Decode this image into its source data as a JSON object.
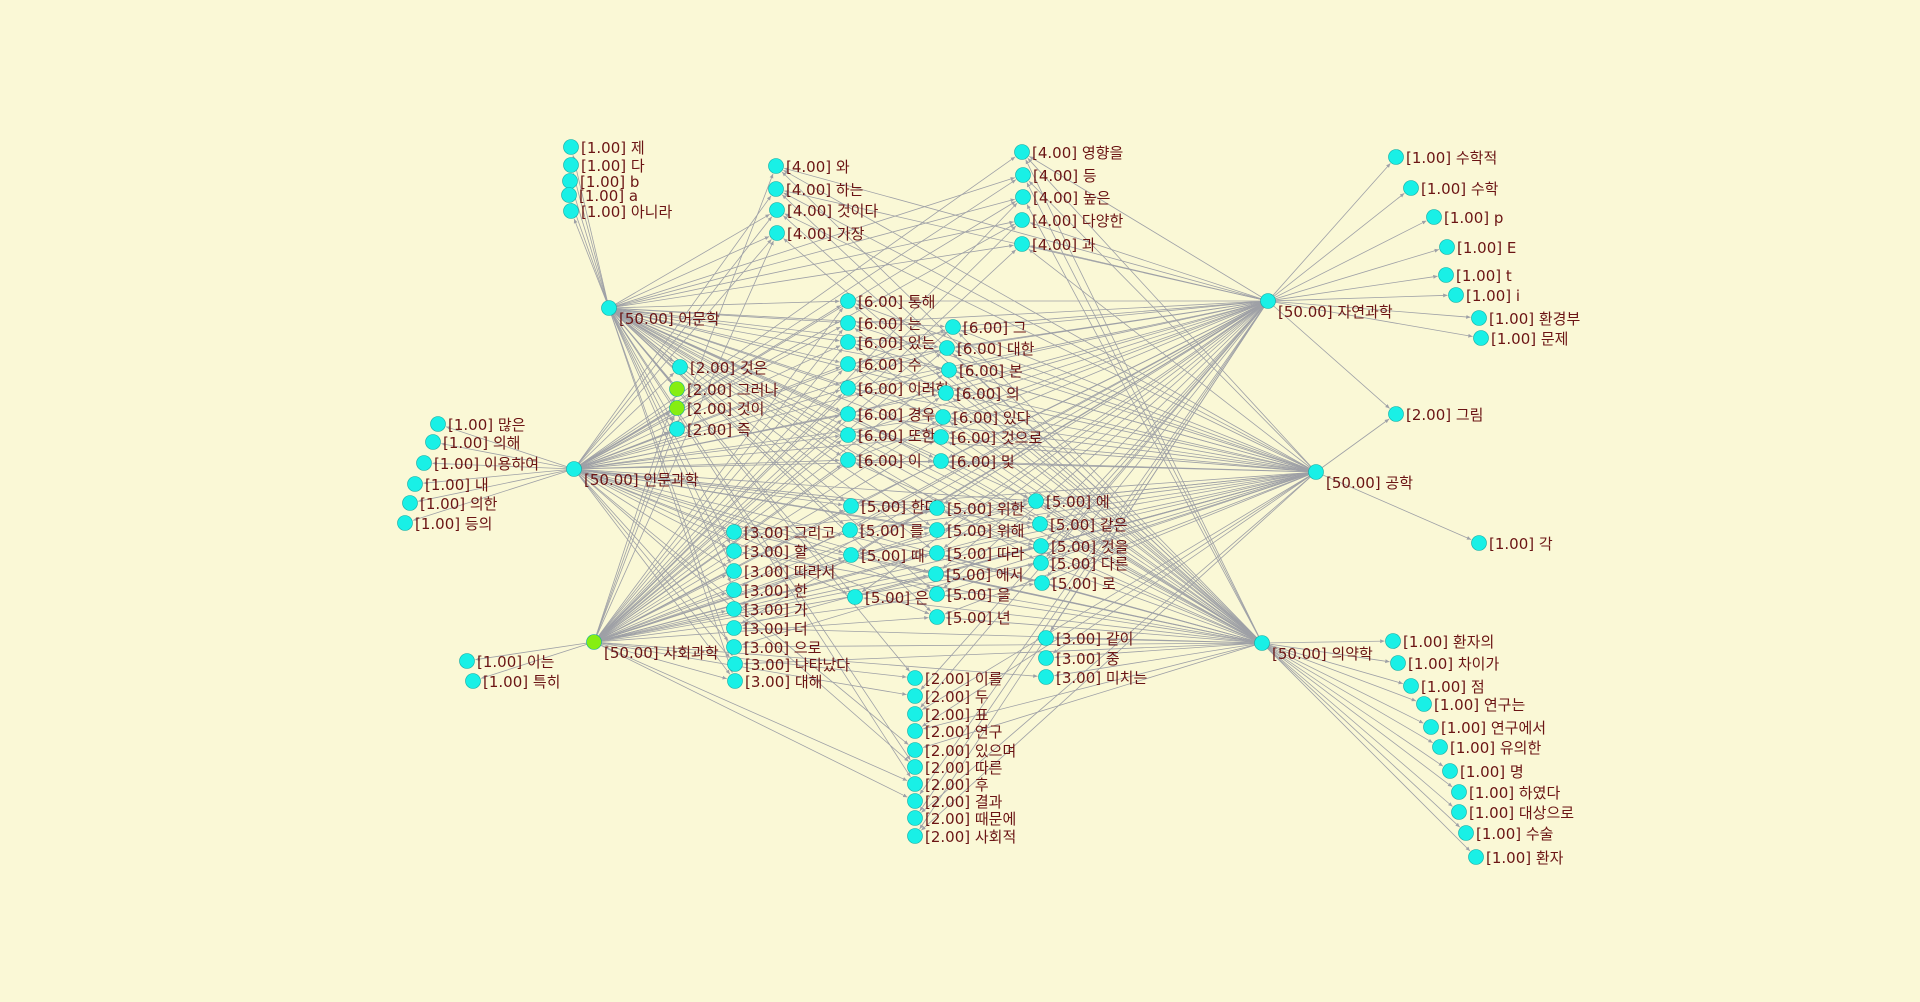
{
  "colors": {
    "background": "#faf8d6",
    "node_default": "#19f0e6",
    "node_highlight": "#86ee12",
    "edge": "#9ea0a6",
    "label": "#6b1414"
  },
  "nodes": [
    {
      "id": "humanities",
      "label": "[50.00] 인문과학",
      "color": "default"
    },
    {
      "id": "language",
      "label": "[50.00] 어문학",
      "color": "default"
    },
    {
      "id": "social",
      "label": "[50.00] 사회과학",
      "color": "highlight"
    },
    {
      "id": "natural",
      "label": "[50.00] 자연과학",
      "color": "default"
    },
    {
      "id": "engineering",
      "label": "[50.00] 공학",
      "color": "default"
    },
    {
      "id": "medicine",
      "label": "[50.00] 의약학",
      "color": "default"
    },
    {
      "id": "l1",
      "label": "[1.00] 제",
      "color": "default"
    },
    {
      "id": "l2",
      "label": "[1.00] 다",
      "color": "default"
    },
    {
      "id": "l3",
      "label": "[1.00] b",
      "color": "default"
    },
    {
      "id": "l4",
      "label": "[1.00] a",
      "color": "default"
    },
    {
      "id": "l5",
      "label": "[1.00] 아니라",
      "color": "default"
    },
    {
      "id": "h1",
      "label": "[1.00] 많은",
      "color": "default"
    },
    {
      "id": "h2",
      "label": "[1.00] 의해",
      "color": "default"
    },
    {
      "id": "h3",
      "label": "[1.00] 이용하여",
      "color": "default"
    },
    {
      "id": "h4",
      "label": "[1.00] 내",
      "color": "default"
    },
    {
      "id": "h5",
      "label": "[1.00] 의한",
      "color": "default"
    },
    {
      "id": "h6",
      "label": "[1.00] 등의",
      "color": "default"
    },
    {
      "id": "s1",
      "label": "[1.00] 이는",
      "color": "default"
    },
    {
      "id": "s2",
      "label": "[1.00] 특히",
      "color": "default"
    },
    {
      "id": "n1",
      "label": "[1.00] 수학적",
      "color": "default"
    },
    {
      "id": "n2",
      "label": "[1.00] 수학",
      "color": "default"
    },
    {
      "id": "n3",
      "label": "[1.00] p",
      "color": "default"
    },
    {
      "id": "n4",
      "label": "[1.00] E",
      "color": "default"
    },
    {
      "id": "n5",
      "label": "[1.00] t",
      "color": "default"
    },
    {
      "id": "n6",
      "label": "[1.00] i",
      "color": "default"
    },
    {
      "id": "n7",
      "label": "[1.00] 환경부",
      "color": "default"
    },
    {
      "id": "n8",
      "label": "[1.00] 문제",
      "color": "default"
    },
    {
      "id": "e1",
      "label": "[2.00] 그림",
      "color": "default"
    },
    {
      "id": "e2",
      "label": "[1.00] 각",
      "color": "default"
    },
    {
      "id": "m1",
      "label": "[1.00] 환자의",
      "color": "default"
    },
    {
      "id": "m2",
      "label": "[1.00] 차이가",
      "color": "default"
    },
    {
      "id": "m3",
      "label": "[1.00] 점",
      "color": "default"
    },
    {
      "id": "m4",
      "label": "[1.00] 연구는",
      "color": "default"
    },
    {
      "id": "m5",
      "label": "[1.00] 연구에서",
      "color": "default"
    },
    {
      "id": "m6",
      "label": "[1.00] 유의한",
      "color": "default"
    },
    {
      "id": "m7",
      "label": "[1.00] 명",
      "color": "default"
    },
    {
      "id": "m8",
      "label": "[1.00] 하였다",
      "color": "default"
    },
    {
      "id": "m9",
      "label": "[1.00] 대상으로",
      "color": "default"
    },
    {
      "id": "m10",
      "label": "[1.00] 수술",
      "color": "default"
    },
    {
      "id": "m11",
      "label": "[1.00] 환자",
      "color": "default"
    },
    {
      "id": "a1",
      "label": "[4.00] 와",
      "color": "default"
    },
    {
      "id": "a2",
      "label": "[4.00] 하는",
      "color": "default"
    },
    {
      "id": "a3",
      "label": "[4.00] 것이다",
      "color": "default"
    },
    {
      "id": "a4",
      "label": "[4.00] 가장",
      "color": "default"
    },
    {
      "id": "b1",
      "label": "[4.00] 영향을",
      "color": "default"
    },
    {
      "id": "b2",
      "label": "[4.00] 등",
      "color": "default"
    },
    {
      "id": "b3",
      "label": "[4.00] 높은",
      "color": "default"
    },
    {
      "id": "b4",
      "label": "[4.00] 다양한",
      "color": "default"
    },
    {
      "id": "b5",
      "label": "[4.00] 과",
      "color": "default"
    },
    {
      "id": "c1",
      "label": "[6.00] 통해",
      "color": "default"
    },
    {
      "id": "c2",
      "label": "[6.00] 는",
      "color": "default"
    },
    {
      "id": "c3",
      "label": "[6.00] 있는",
      "color": "default"
    },
    {
      "id": "c4",
      "label": "[6.00] 수",
      "color": "default"
    },
    {
      "id": "c5",
      "label": "[6.00] 이러한",
      "color": "default"
    },
    {
      "id": "c6",
      "label": "[6.00] 경우",
      "color": "default"
    },
    {
      "id": "c7",
      "label": "[6.00] 또한",
      "color": "default"
    },
    {
      "id": "c8",
      "label": "[6.00] 이",
      "color": "default"
    },
    {
      "id": "d1",
      "label": "[6.00] 그",
      "color": "default"
    },
    {
      "id": "d2",
      "label": "[6.00] 대한",
      "color": "default"
    },
    {
      "id": "d3",
      "label": "[6.00] 본",
      "color": "default"
    },
    {
      "id": "d4",
      "label": "[6.00] 의",
      "color": "default"
    },
    {
      "id": "d5",
      "label": "[6.00] 있다",
      "color": "default"
    },
    {
      "id": "d6",
      "label": "[6.00] 것으로",
      "color": "default"
    },
    {
      "id": "d7",
      "label": "[6.00] 및",
      "color": "default"
    },
    {
      "id": "g1",
      "label": "[2.00] 것은",
      "color": "default"
    },
    {
      "id": "g2",
      "label": "[2.00] 그러나",
      "color": "highlight"
    },
    {
      "id": "g3",
      "label": "[2.00] 것이",
      "color": "highlight"
    },
    {
      "id": "g4",
      "label": "[2.00] 즉",
      "color": "default"
    },
    {
      "id": "f1",
      "label": "[5.00] 한다",
      "color": "default"
    },
    {
      "id": "f2",
      "label": "[5.00] 를",
      "color": "default"
    },
    {
      "id": "f3",
      "label": "[5.00] 때",
      "color": "default"
    },
    {
      "id": "f4",
      "label": "[5.00] 은",
      "color": "default"
    },
    {
      "id": "k1",
      "label": "[5.00] 위한",
      "color": "default"
    },
    {
      "id": "k2",
      "label": "[5.00] 위해",
      "color": "default"
    },
    {
      "id": "k3",
      "label": "[5.00] 따라",
      "color": "default"
    },
    {
      "id": "k4",
      "label": "[5.00] 에서",
      "color": "default"
    },
    {
      "id": "k5",
      "label": "[5.00] 을",
      "color": "default"
    },
    {
      "id": "k6",
      "label": "[5.00] 년",
      "color": "default"
    },
    {
      "id": "j1",
      "label": "[5.00] 에",
      "color": "default"
    },
    {
      "id": "j2",
      "label": "[5.00] 같은",
      "color": "default"
    },
    {
      "id": "j3",
      "label": "[5.00] 것을",
      "color": "default"
    },
    {
      "id": "j4",
      "label": "[5.00] 다른",
      "color": "default"
    },
    {
      "id": "j5",
      "label": "[5.00] 로",
      "color": "default"
    },
    {
      "id": "t1",
      "label": "[3.00] 그리고",
      "color": "default"
    },
    {
      "id": "t2",
      "label": "[3.00] 할",
      "color": "default"
    },
    {
      "id": "t3",
      "label": "[3.00] 따라서",
      "color": "default"
    },
    {
      "id": "t4",
      "label": "[3.00] 한",
      "color": "default"
    },
    {
      "id": "t5",
      "label": "[3.00] 가",
      "color": "default"
    },
    {
      "id": "t6",
      "label": "[3.00] 더",
      "color": "default"
    },
    {
      "id": "t7",
      "label": "[3.00] 으로",
      "color": "default"
    },
    {
      "id": "t8",
      "label": "[3.00] 나타났다",
      "color": "default"
    },
    {
      "id": "t9",
      "label": "[3.00] 대해",
      "color": "default"
    },
    {
      "id": "u1",
      "label": "[3.00] 같이",
      "color": "default"
    },
    {
      "id": "u2",
      "label": "[3.00] 중",
      "color": "default"
    },
    {
      "id": "u3",
      "label": "[3.00] 미치는",
      "color": "default"
    },
    {
      "id": "v1",
      "label": "[2.00] 이를",
      "color": "default"
    },
    {
      "id": "v2",
      "label": "[2.00] 두",
      "color": "default"
    },
    {
      "id": "v3",
      "label": "[2.00] 표",
      "color": "default"
    },
    {
      "id": "v4",
      "label": "[2.00] 연구",
      "color": "default"
    },
    {
      "id": "v5",
      "label": "[2.00] 있으며",
      "color": "default"
    },
    {
      "id": "v6",
      "label": "[2.00] 따른",
      "color": "default"
    },
    {
      "id": "v7",
      "label": "[2.00] 후",
      "color": "default"
    },
    {
      "id": "v8",
      "label": "[2.00] 결과",
      "color": "default"
    },
    {
      "id": "v9",
      "label": "[2.00] 때문에",
      "color": "default"
    },
    {
      "id": "v10",
      "label": "[2.00] 사회적",
      "color": "default"
    }
  ]
}
